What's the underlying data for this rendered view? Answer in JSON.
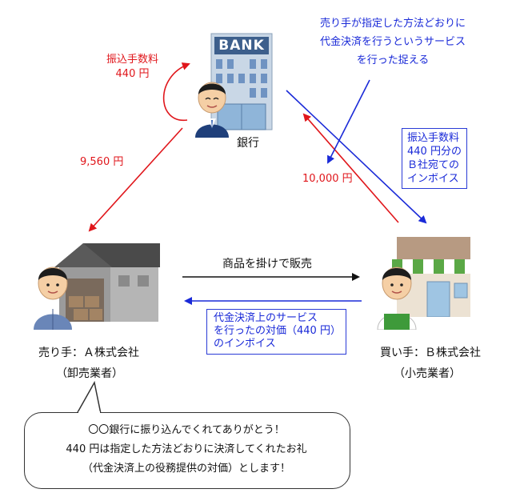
{
  "bank": {
    "sign": "BANK",
    "label": "銀行",
    "fee_label_line1": "振込手数料",
    "fee_label_line2": "440 円"
  },
  "flows": {
    "to_seller_amount": "9,560 円",
    "from_buyer_amount": "10,000 円"
  },
  "note_top": {
    "line1": "売り手が指定した方法どおりに",
    "line2": "代金決済を行うというサービス",
    "line3": "を行った捉える"
  },
  "invoice_box": {
    "line1": "振込手数料",
    "line2": "440 円分の",
    "line3": "Ｂ社宛ての",
    "line4": "インボイス"
  },
  "sale": {
    "label": "商品を掛けで販売"
  },
  "service_box": {
    "line1": "代金決済上のサービス",
    "line2": "を行ったの対価（440 円）",
    "line3": "のインボイス"
  },
  "seller": {
    "name": "売り手：Ａ株式会社",
    "role": "（卸売業者）"
  },
  "buyer": {
    "name": "買い手：Ｂ株式会社",
    "role": "（小売業者）"
  },
  "speech": {
    "line1": "〇〇銀行に振り込んでくれてありがとう！",
    "line2": "440 円は指定した方法どおりに決済してくれたお礼",
    "line3": "（代金決済上の役務提供の対価）とします！"
  },
  "colors": {
    "red": "#e0161b",
    "blue": "#1a2ad8"
  }
}
